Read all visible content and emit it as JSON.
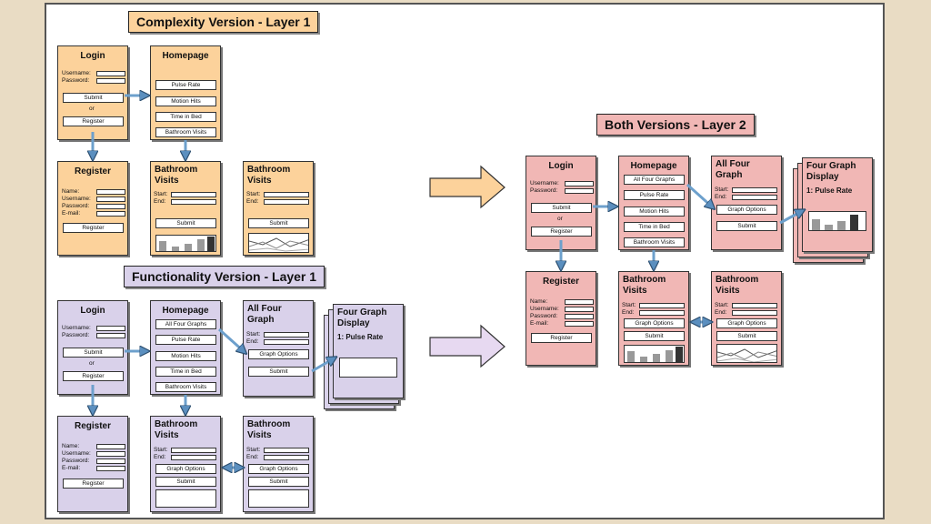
{
  "titles": {
    "complexity": "Complexity Version - Layer 1",
    "functionality": "Functionality Version - Layer 1",
    "both": "Both Versions - Layer 2"
  },
  "colors": {
    "complexity": "#fcd29b",
    "functionality": "#d9d1ea",
    "both": "#f1b7b5",
    "arrow": "#6da0cc"
  },
  "screens": {
    "login": {
      "title": "Login",
      "username": "Username:",
      "password": "Password:",
      "submit": "Submit",
      "or": "or",
      "register": "Register"
    },
    "register": {
      "title": "Register",
      "name": "Name:",
      "username": "Username:",
      "password": "Password:",
      "email": "E-mail:",
      "button": "Register"
    },
    "homepage": {
      "title": "Homepage",
      "all_four": "All Four Graphs",
      "pulse": "Pulse Rate",
      "motion": "Motion Hits",
      "bed": "Time in Bed",
      "bath": "Bathroom Visits"
    },
    "bathroom": {
      "title_1": "Bathroom",
      "title_2": "Visits",
      "start": "Start:",
      "end": "End:",
      "graph_options": "Graph Options",
      "submit": "Submit"
    },
    "all_four": {
      "title_1": "All Four",
      "title_2": "Graph",
      "start": "Start:",
      "end": "End:",
      "graph_options": "Graph Options",
      "submit": "Submit"
    },
    "four_display": {
      "title_1": "Four Graph",
      "title_2": "Display",
      "subtitle": "1: Pulse Rate"
    }
  },
  "icons": [
    "arrow-right-icon",
    "arrow-down-icon",
    "arrow-double-icon",
    "bar-chart-icon",
    "line-chart-icon"
  ]
}
